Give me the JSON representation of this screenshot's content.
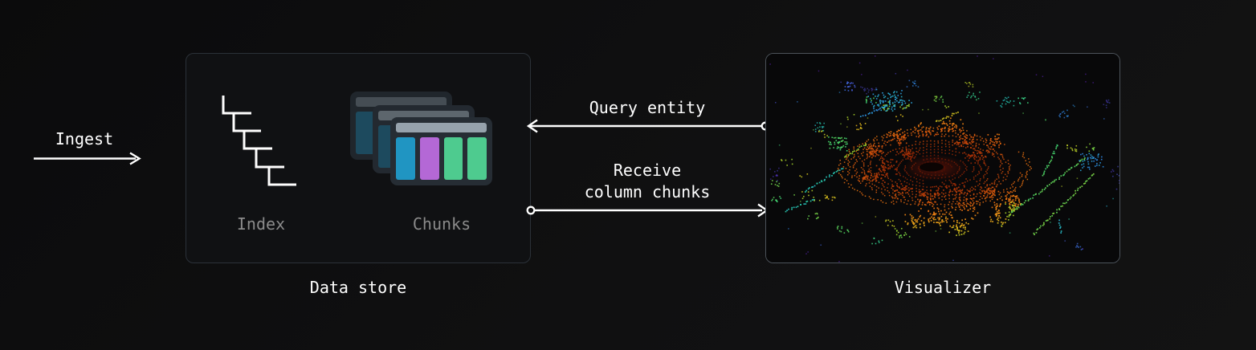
{
  "ingest": {
    "label": "Ingest"
  },
  "datastore": {
    "title": "Data store",
    "index_label": "Index",
    "chunks_label": "Chunks"
  },
  "arrows": {
    "query": {
      "label": "Query entity",
      "direction": "right-to-left"
    },
    "receive": {
      "lines": [
        "Receive",
        "column chunks"
      ],
      "direction": "left-to-right"
    }
  },
  "visualizer": {
    "title": "Visualizer",
    "content": "lidar-point-cloud",
    "palette": [
      [
        0.0,
        "#3f0a02"
      ],
      [
        0.1,
        "#7e1d05"
      ],
      [
        0.2,
        "#b23708"
      ],
      [
        0.32,
        "#e0600e"
      ],
      [
        0.44,
        "#ef9016"
      ],
      [
        0.54,
        "#ddbf1e"
      ],
      [
        0.64,
        "#9ed32c"
      ],
      [
        0.72,
        "#45d46a"
      ],
      [
        0.8,
        "#25c8b4"
      ],
      [
        0.87,
        "#2e8fe8"
      ],
      [
        0.93,
        "#4b5ae0"
      ],
      [
        1.0,
        "#5b21b6"
      ]
    ]
  },
  "colors": {
    "text": "#ffffff",
    "muted": "#8b8b8b",
    "arrow": "#ffffff",
    "panel-border": "#2b3138",
    "viz-border": "#4c535a",
    "chunk-frame-back": "#20262c",
    "chunk-frame-mid": "#232930",
    "chunk-frame-front": "#262d34",
    "chunk-header-back": "#454d54",
    "chunk-header-mid": "#5d666d",
    "chunk-header-front": "#96a2ac",
    "chunk-col-1": "#2095c2",
    "chunk-col-2": "#b468d6",
    "chunk-col-3": "#4ecb8f",
    "chunk-col-4": "#4ecb8f",
    "chunk-col-back": "#1d4a5e"
  }
}
